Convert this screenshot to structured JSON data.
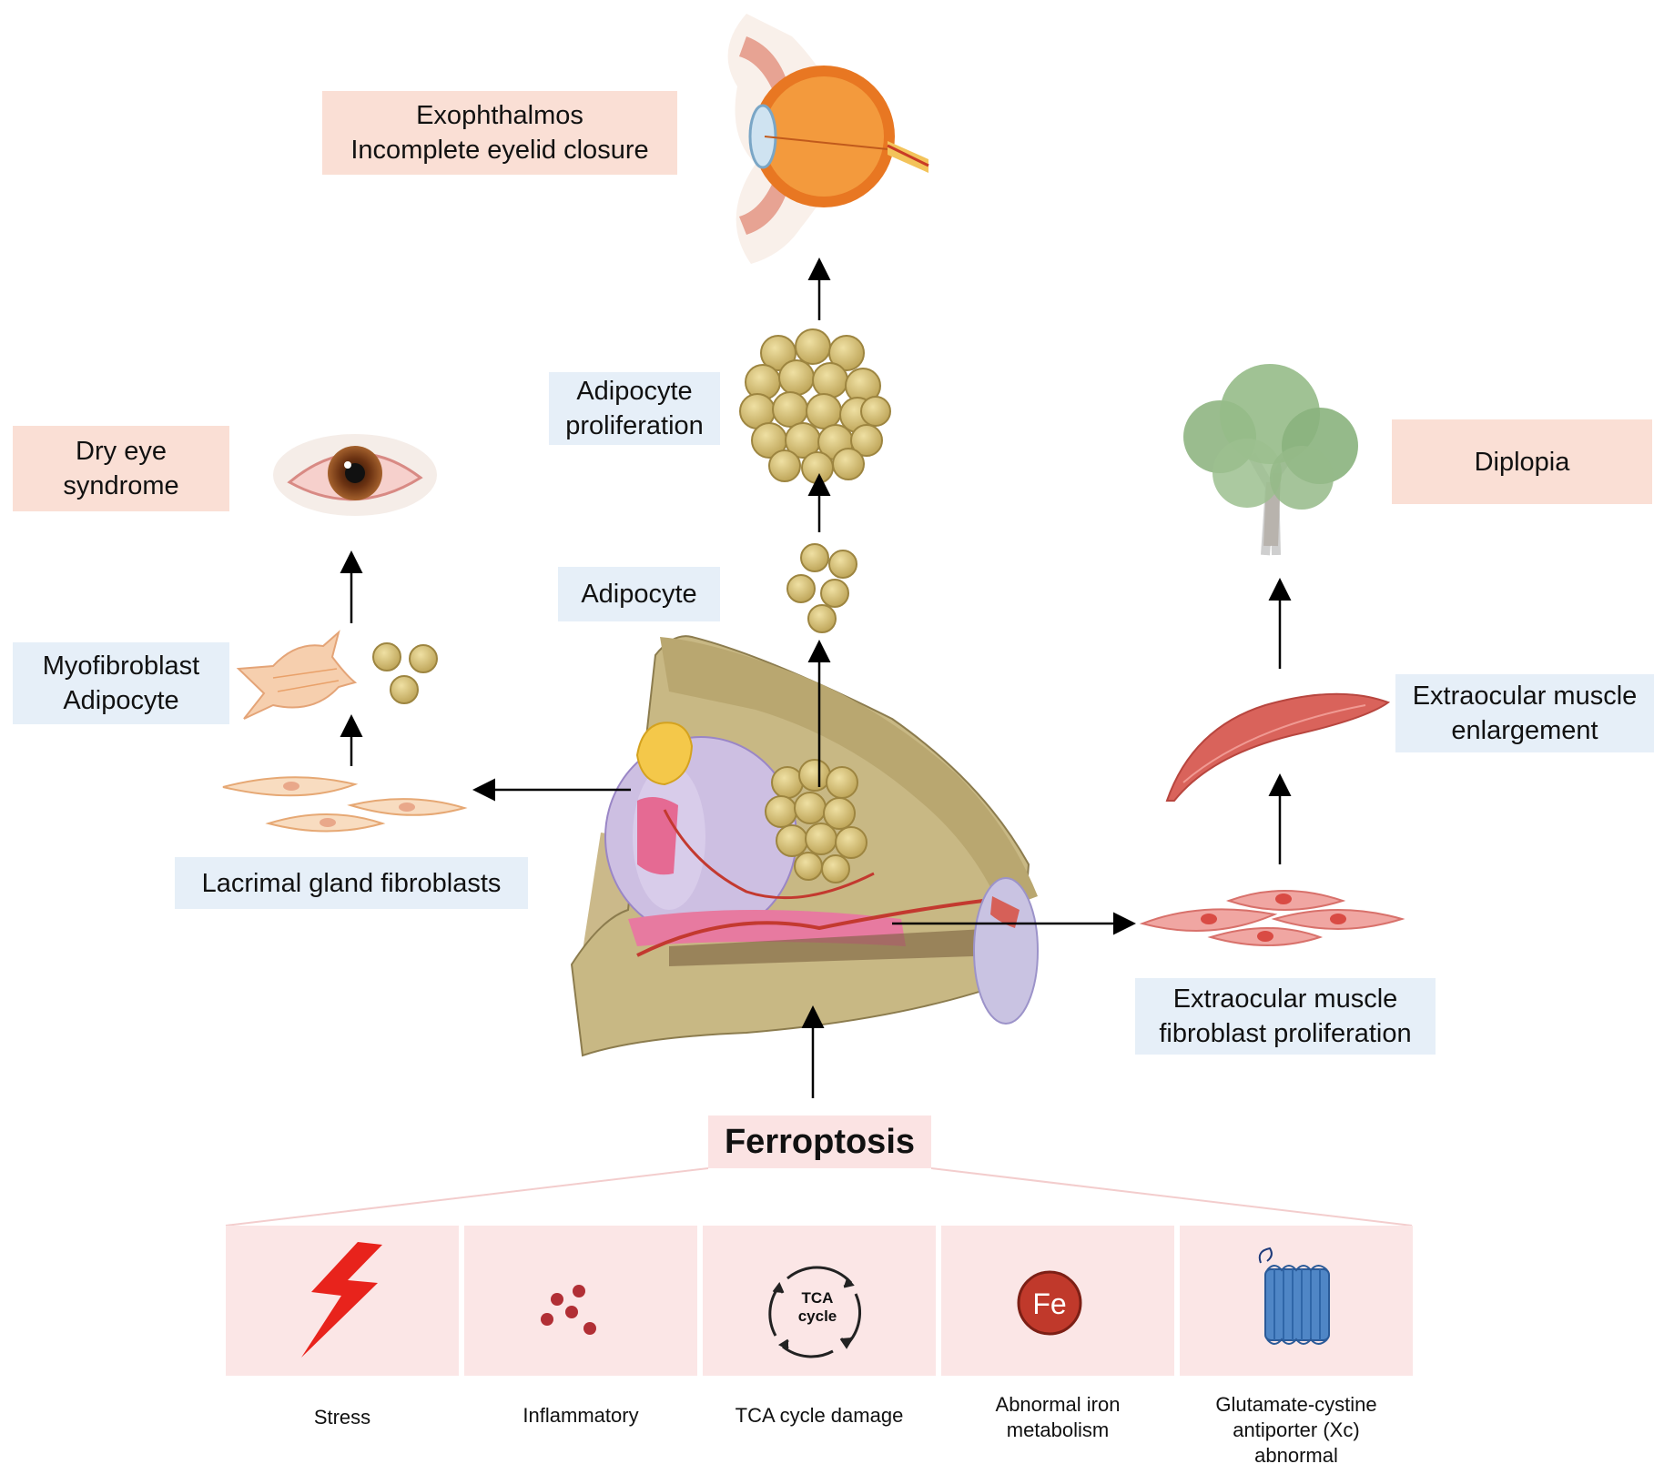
{
  "labels": {
    "exophthalmos": "Exophthalmos\nIncomplete eyelid closure",
    "dry_eye": "Dry eye\nsyndrome",
    "diplopia": "Diplopia",
    "adipocyte_proliferation": "Adipocyte\nproliferation",
    "adipocyte": "Adipocyte",
    "myofibroblast_adipocyte": "Myofibroblast\nAdipocyte",
    "lacrimal_gland_fibroblasts": "Lacrimal gland fibroblasts",
    "extraocular_muscle_enlargement": "Extraocular muscle\nenlargement",
    "extraocular_muscle_fibroblast_proliferation": "Extraocular muscle\nfibroblast proliferation",
    "ferroptosis": "Ferroptosis"
  },
  "ferroptosis_causes": [
    {
      "label": "Stress",
      "icon": "lightning-bolt-icon"
    },
    {
      "label": "Inflammatory",
      "icon": "inflammatory-cells-icon"
    },
    {
      "label": "TCA cycle damage",
      "icon": "tca-cycle-icon",
      "icon_text": "TCA\ncycle"
    },
    {
      "label": "Abnormal iron\nmetabolism",
      "icon": "iron-fe-icon",
      "icon_text": "Fe"
    },
    {
      "label": "Glutamate-cystine\nantiporter (Xc)\nabnormal",
      "icon": "transporter-protein-icon"
    }
  ],
  "colors": {
    "symptom_box": "#fadfd5",
    "cell_box": "#e6eff8",
    "ferroptosis_box": "#fbe3e3",
    "cause_panel": "#fbe6e6",
    "stress_bolt": "#e8231c",
    "fat_cell": "#d8c27a",
    "muscle": "#d9635b",
    "iron": "#c0392b",
    "transporter": "#4f86c6"
  }
}
